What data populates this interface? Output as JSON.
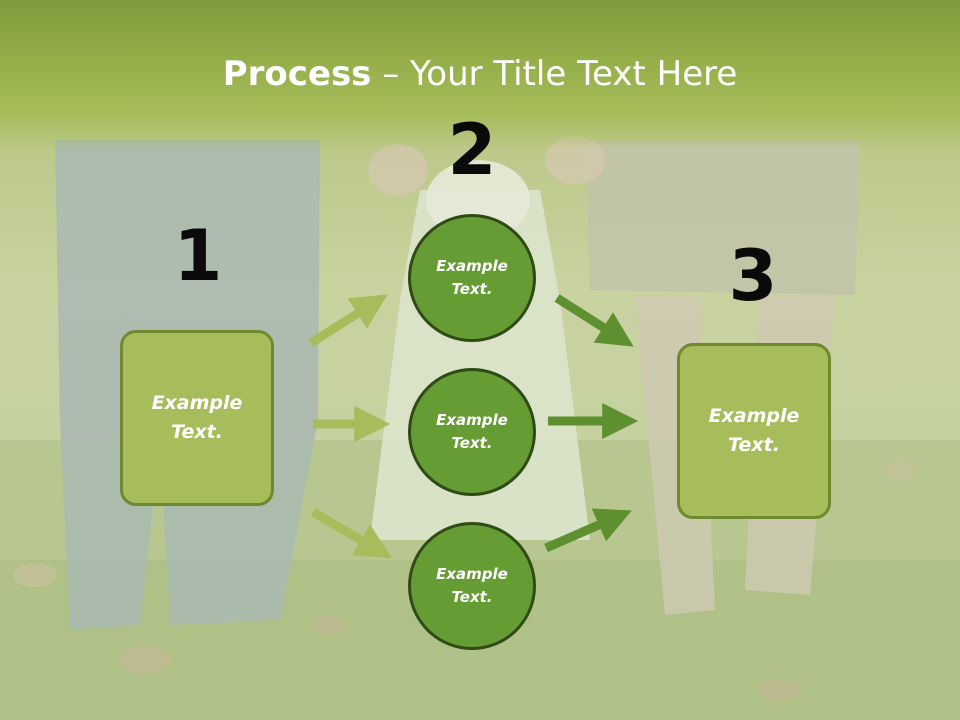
{
  "slide": {
    "title_bold": "Process",
    "title_rest": " – Your Title Text Here",
    "steps": [
      {
        "number": "1",
        "label_line1": "Example",
        "label_line2": "Text."
      },
      {
        "number": "2"
      },
      {
        "number": "3",
        "label_line1": "Example",
        "label_line2": "Text."
      }
    ],
    "circles": [
      {
        "label_line1": "Example",
        "label_line2": "Text."
      },
      {
        "label_line1": "Example",
        "label_line2": "Text."
      },
      {
        "label_line1": "Example",
        "label_line2": "Text."
      }
    ]
  },
  "colors": {
    "title_bar": "#94ae48",
    "box_fill": "#a7bd5b",
    "box_border": "#6f8a2e",
    "circle_fill": "#669c34",
    "circle_border": "#2f4a16",
    "arrow_light": "#a7bd5b",
    "arrow_dark": "#5f9030"
  }
}
